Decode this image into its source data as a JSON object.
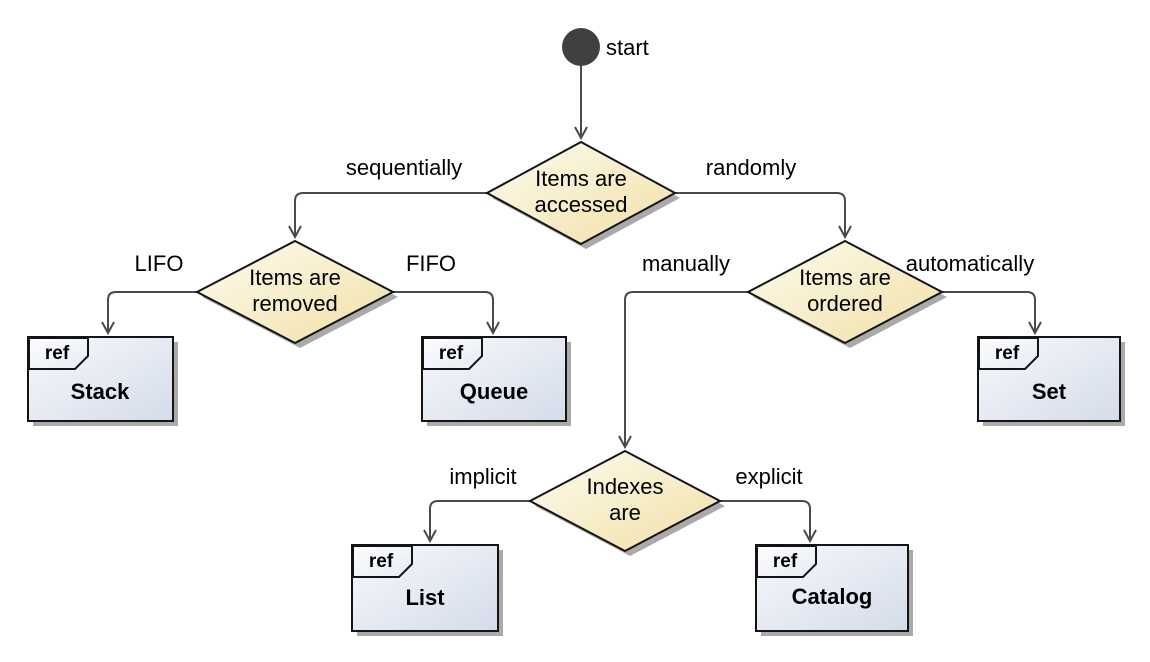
{
  "start": {
    "label": "start"
  },
  "decisions": [
    {
      "id": "items-accessed",
      "line1": "Items are",
      "line2": "accessed"
    },
    {
      "id": "items-removed",
      "line1": "Items are",
      "line2": "removed"
    },
    {
      "id": "items-ordered",
      "line1": "Items are",
      "line2": "ordered"
    },
    {
      "id": "indexes-are",
      "line1": "Indexes",
      "line2": "are"
    }
  ],
  "branches": {
    "sequentially": "sequentially",
    "randomly": "randomly",
    "lifo": "LIFO",
    "fifo": "FIFO",
    "manually": "manually",
    "automatically": "automatically",
    "implicit": "implicit",
    "explicit": "explicit"
  },
  "refs": [
    {
      "tab": "ref",
      "name": "Stack"
    },
    {
      "tab": "ref",
      "name": "Queue"
    },
    {
      "tab": "ref",
      "name": "Set"
    },
    {
      "tab": "ref",
      "name": "List"
    },
    {
      "tab": "ref",
      "name": "Catalog"
    }
  ],
  "colors": {
    "edge_line": "#4a4a4a",
    "node_border": "#141414",
    "diamond_fill_light": "#fefcf0",
    "diamond_fill_dark": "#f0dfa4",
    "box_fill_light": "#f7f9fc",
    "box_fill_dark": "#d4dcea",
    "shadow": "#aaaaaa",
    "start_node_fill": "#404040",
    "text": "#000000",
    "background": "#ffffff"
  }
}
